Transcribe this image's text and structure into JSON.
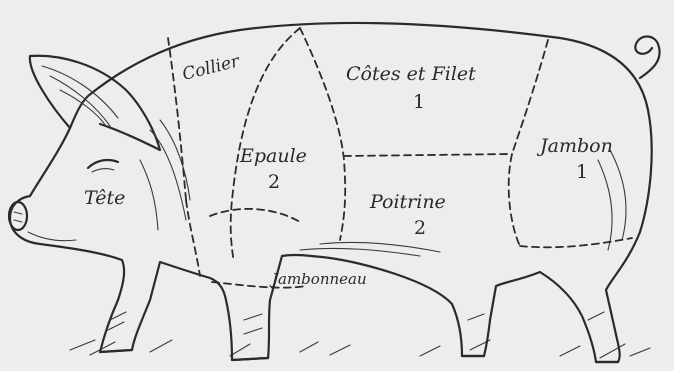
{
  "diagram": {
    "colors": {
      "background": "#ededeb",
      "ink": "#2b2b2b"
    },
    "regions": [
      {
        "id": "collier",
        "label": "Collier",
        "number": ""
      },
      {
        "id": "cotes-filet",
        "label": "Côtes et Filet",
        "number": "1"
      },
      {
        "id": "epaule",
        "label": "Epaule",
        "number": "2"
      },
      {
        "id": "jambon",
        "label": "Jambon",
        "number": "1"
      },
      {
        "id": "tete",
        "label": "Tête",
        "number": ""
      },
      {
        "id": "poitrine",
        "label": "Poitrine",
        "number": "2"
      },
      {
        "id": "jambonneau",
        "label": "Jambonneau",
        "number": ""
      }
    ]
  }
}
